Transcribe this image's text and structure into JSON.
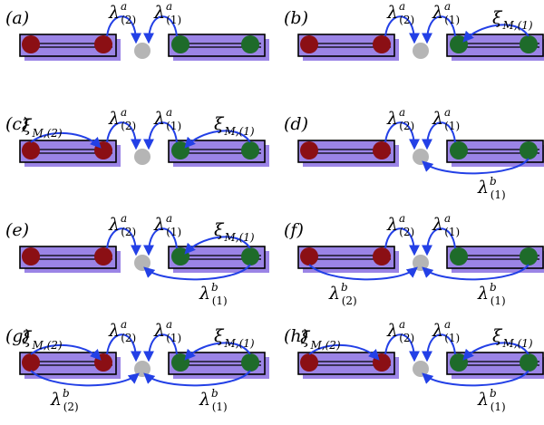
{
  "colors": {
    "wire_fill": "#9b84e6",
    "wire_outline": "#000000",
    "left_majorana": "#8b0f14",
    "right_majorana": "#1e6b2a",
    "dot": "#b5b5b5",
    "arrow": "#2340e6",
    "arrow_head_inner": "#f0c020"
  },
  "panels": [
    {
      "label": "(a)",
      "couplings": [
        {
          "kind": "lambda",
          "sup": "a",
          "sub": "(2)",
          "placement": "top-left-hop"
        },
        {
          "kind": "lambda",
          "sup": "a",
          "sub": "(1)",
          "placement": "top-right-hop"
        }
      ]
    },
    {
      "label": "(b)",
      "couplings": [
        {
          "kind": "lambda",
          "sup": "a",
          "sub": "(2)",
          "placement": "top-left-hop"
        },
        {
          "kind": "lambda",
          "sup": "a",
          "sub": "(1)",
          "placement": "top-right-hop"
        },
        {
          "kind": "xi",
          "sub": "M,(1)",
          "placement": "right-wire-top"
        }
      ]
    },
    {
      "label": "(c)",
      "couplings": [
        {
          "kind": "xi",
          "sub": "M,(2)",
          "placement": "left-wire-top"
        },
        {
          "kind": "lambda",
          "sup": "a",
          "sub": "(2)",
          "placement": "top-left-hop"
        },
        {
          "kind": "lambda",
          "sup": "a",
          "sub": "(1)",
          "placement": "top-right-hop"
        },
        {
          "kind": "xi",
          "sub": "M,(1)",
          "placement": "right-wire-top"
        }
      ]
    },
    {
      "label": "(d)",
      "couplings": [
        {
          "kind": "lambda",
          "sup": "a",
          "sub": "(2)",
          "placement": "top-left-hop"
        },
        {
          "kind": "lambda",
          "sup": "a",
          "sub": "(1)",
          "placement": "top-right-hop"
        },
        {
          "kind": "lambda",
          "sup": "b",
          "sub": "(1)",
          "placement": "bottom-right"
        }
      ]
    },
    {
      "label": "(e)",
      "couplings": [
        {
          "kind": "lambda",
          "sup": "a",
          "sub": "(2)",
          "placement": "top-left-hop"
        },
        {
          "kind": "lambda",
          "sup": "a",
          "sub": "(1)",
          "placement": "top-right-hop"
        },
        {
          "kind": "xi",
          "sub": "M,(1)",
          "placement": "right-wire-top"
        },
        {
          "kind": "lambda",
          "sup": "b",
          "sub": "(1)",
          "placement": "bottom-right"
        }
      ]
    },
    {
      "label": "(f)",
      "couplings": [
        {
          "kind": "lambda",
          "sup": "a",
          "sub": "(2)",
          "placement": "top-left-hop"
        },
        {
          "kind": "lambda",
          "sup": "a",
          "sub": "(1)",
          "placement": "top-right-hop"
        },
        {
          "kind": "lambda",
          "sup": "b",
          "sub": "(2)",
          "placement": "bottom-left"
        },
        {
          "kind": "lambda",
          "sup": "b",
          "sub": "(1)",
          "placement": "bottom-right"
        }
      ]
    },
    {
      "label": "(g)",
      "couplings": [
        {
          "kind": "xi",
          "sub": "M,(2)",
          "placement": "left-wire-top"
        },
        {
          "kind": "lambda",
          "sup": "a",
          "sub": "(2)",
          "placement": "top-left-hop"
        },
        {
          "kind": "lambda",
          "sup": "a",
          "sub": "(1)",
          "placement": "top-right-hop"
        },
        {
          "kind": "xi",
          "sub": "M,(1)",
          "placement": "right-wire-top"
        },
        {
          "kind": "lambda",
          "sup": "b",
          "sub": "(2)",
          "placement": "bottom-left"
        },
        {
          "kind": "lambda",
          "sup": "b",
          "sub": "(1)",
          "placement": "bottom-right"
        }
      ]
    },
    {
      "label": "(h)",
      "couplings": [
        {
          "kind": "xi",
          "sub": "M,(2)",
          "placement": "left-wire-top"
        },
        {
          "kind": "lambda",
          "sup": "a",
          "sub": "(2)",
          "placement": "top-left-hop"
        },
        {
          "kind": "lambda",
          "sup": "a",
          "sub": "(1)",
          "placement": "top-right-hop"
        },
        {
          "kind": "xi",
          "sub": "M,(1)",
          "placement": "right-wire-top"
        },
        {
          "kind": "lambda",
          "sup": "b",
          "sub": "(1)",
          "placement": "bottom-right"
        }
      ]
    }
  ]
}
